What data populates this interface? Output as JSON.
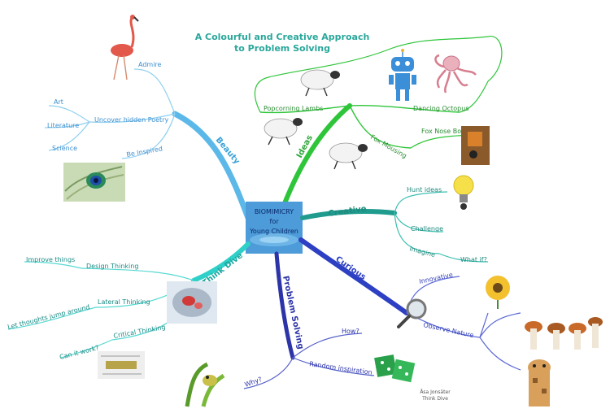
{
  "title": {
    "line1": "A Colourful and Creative Approach",
    "line2": "to Problem Solving"
  },
  "center": {
    "line1": "BIOMIMICRY",
    "line2": "for",
    "line3": "Young Children"
  },
  "branches": {
    "beauty": {
      "label": "Beauty",
      "color": "#5bb8e8",
      "sub": {
        "admire": "Admire",
        "uncover": "Uncover hidden Poetry",
        "inspired": "Be Inspired",
        "art": "Art",
        "literature": "Literature",
        "science": "Science"
      }
    },
    "ideas": {
      "label": "Ideas",
      "color": "#2fc53a",
      "sub": {
        "lambs": "Popcorning Lambs",
        "octopus": "Dancing Octopus",
        "fox": "Fox Mousing",
        "foxbox": "Fox Nose Box"
      }
    },
    "creative": {
      "label": "Creative",
      "color": "#1f9c8e",
      "sub": {
        "hunt": "Hunt ideas",
        "challenge": "Challenge",
        "imagine": "Imagine",
        "whatif": "What if?"
      }
    },
    "curious": {
      "label": "Curious",
      "color": "#2d3fc2",
      "sub": {
        "innovative": "Innovative",
        "observe": "Observe Nature"
      }
    },
    "problem": {
      "label": "Problem Solving",
      "color": "#2c34a8",
      "sub": {
        "how": "How?",
        "random": "Random inspiration",
        "why": "Why?"
      }
    },
    "thinkdive": {
      "label": "Think Dive",
      "color": "#2ed0c8",
      "sub": {
        "design": "Design Thinking",
        "improve": "Improve things",
        "lateral": "Lateral Thinking",
        "jump": "Let thoughts jump around",
        "critical": "Critical Thinking",
        "canwork": "Can it work?"
      }
    }
  },
  "author": {
    "line1": "Åsa Jonsäter",
    "line2": "Think Dive"
  }
}
